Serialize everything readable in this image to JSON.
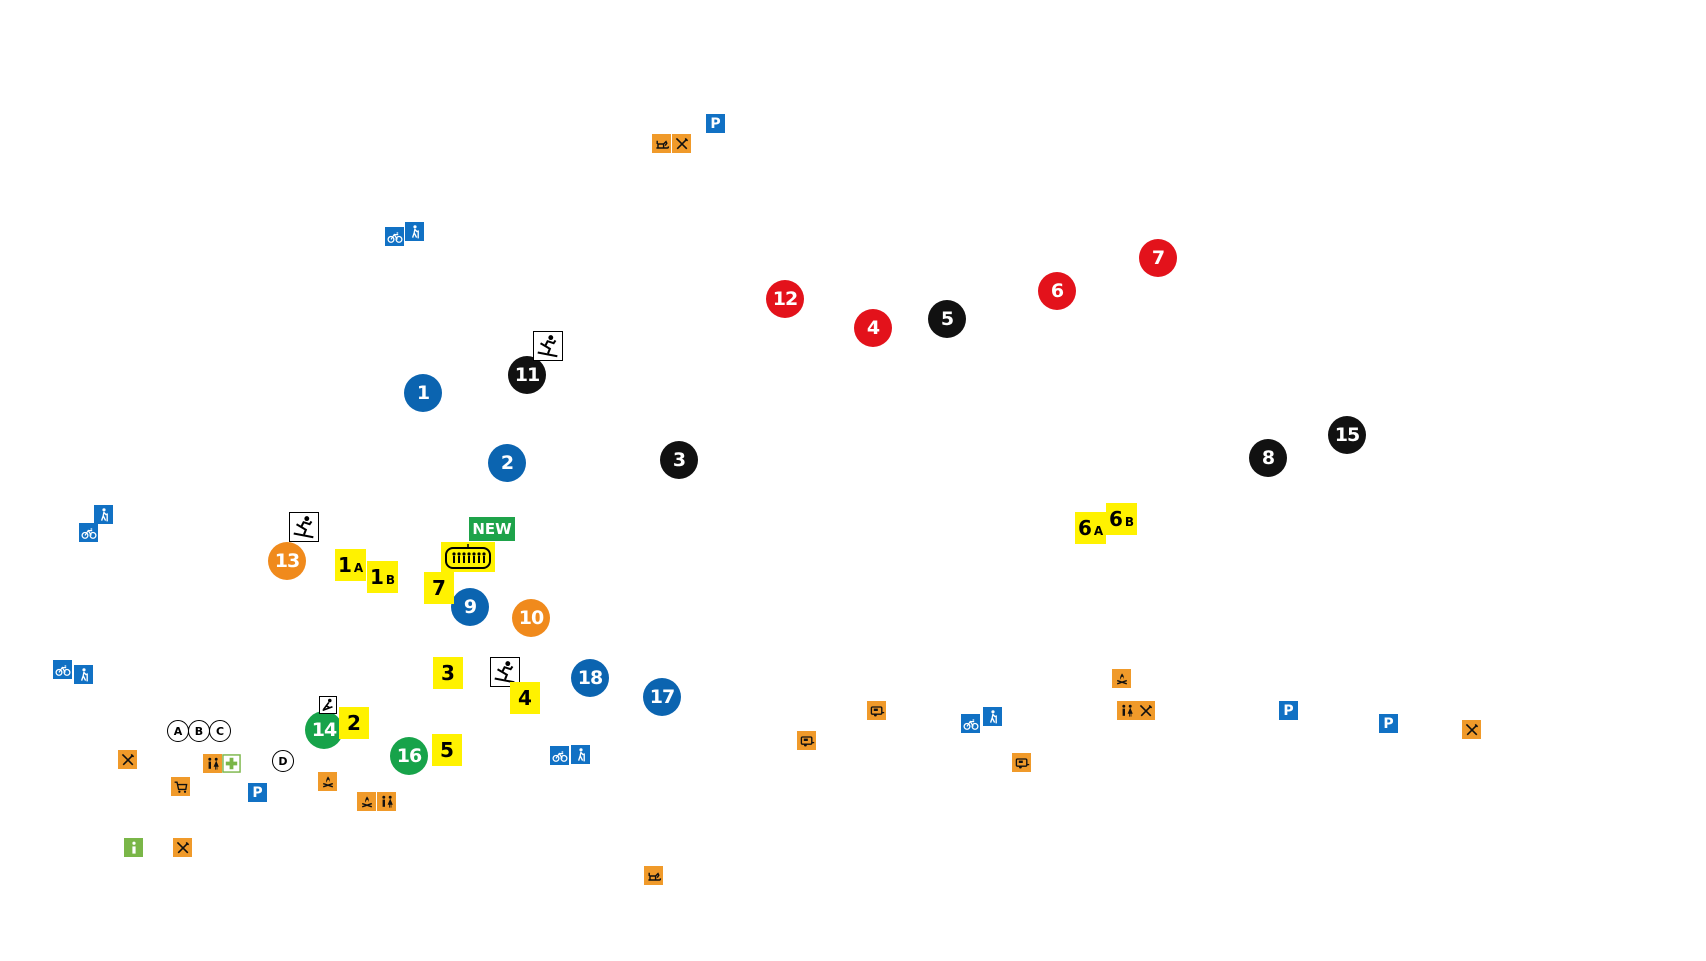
{
  "map": {
    "colors": {
      "blue_run": "#0b64b0",
      "red_run": "#e3121b",
      "black_run": "#111111",
      "orange_run": "#f08a1c",
      "green_run": "#17a34a",
      "lift_yellow": "#fff200",
      "service_blue": "#1171c4",
      "service_orange": "#f09a2a",
      "service_green": "#7ab648"
    },
    "runs": {
      "blue_1": "1",
      "blue_2": "2",
      "blue_9": "9",
      "blue_17": "17",
      "blue_18": "18",
      "red_4": "4",
      "red_6": "6",
      "red_7": "7",
      "red_12": "12",
      "black_3": "3",
      "black_5": "5",
      "black_8": "8",
      "black_11": "11",
      "black_15": "15",
      "orange_10": "10",
      "orange_13": "13",
      "green_14": "14",
      "green_16": "16"
    },
    "lifts": {
      "lift_1a_num": "1",
      "lift_1a_sub": "A",
      "lift_1b_num": "1",
      "lift_1b_sub": "B",
      "lift_2": "2",
      "lift_3": "3",
      "lift_4": "4",
      "lift_5": "5",
      "lift_7": "7",
      "lift_6a_num": "6",
      "lift_6a_sub": "A",
      "lift_6b_num": "6",
      "lift_6b_sub": "B"
    },
    "new_badge": "NEW",
    "parking_label": "P",
    "zone_letters": {
      "a": "A",
      "b": "B",
      "c": "C",
      "d": "D"
    },
    "icons": [
      "parking-icon",
      "bike-icon",
      "hiking-icon",
      "restaurant-icon",
      "sleigh-icon",
      "toilet-icon",
      "first-aid-icon",
      "shop-icon",
      "info-icon",
      "campfire-icon",
      "caravan-icon",
      "snowpark-icon",
      "gondola-icon",
      "ski-school-icon"
    ]
  }
}
